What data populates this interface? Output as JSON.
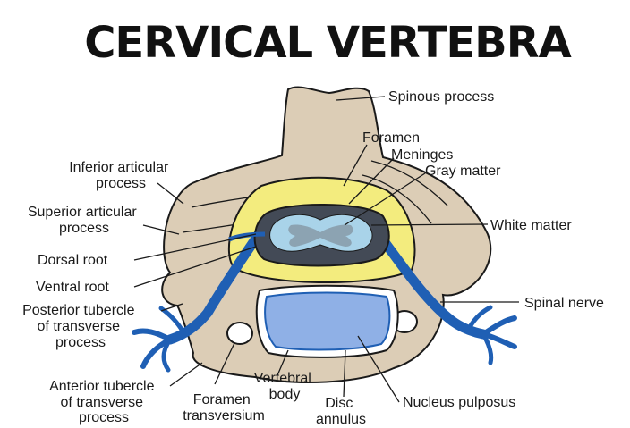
{
  "title": "CERVICAL VERTEBRA",
  "labels": {
    "spinous_process": "Spinous process",
    "foramen": "Foramen",
    "meninges": "Meninges",
    "gray_matter": "Gray matter",
    "white_matter": "White matter",
    "spinal_nerve": "Spinal nerve",
    "inferior_articular": [
      "Inferior articular",
      "process"
    ],
    "superior_articular": [
      "Superior articular",
      "process"
    ],
    "dorsal_root": "Dorsal root",
    "ventral_root": "Ventral root",
    "posterior_tubercle": [
      "Posterior tubercle",
      "of transverse",
      "process"
    ],
    "anterior_tubercle": [
      "Anterior tubercle",
      "of transverse",
      "process"
    ],
    "foramen_transversium": [
      "Foramen",
      "transversium"
    ],
    "vertebral_body": [
      "Vertebral",
      "body"
    ],
    "disc_annulus": [
      "Disc",
      "annulus"
    ],
    "nucleus_pulposus": "Nucleus pulposus"
  },
  "colors": {
    "bone": "#dccdb6",
    "meninges": "#f3ec7e",
    "nerve": "#1f5fb4",
    "cord_dark": "#434a56",
    "white_matter": "#a9d3e9",
    "gray_matter": "#8ca3b2",
    "disc": "#8fb0e6",
    "outline": "#1a1a1a"
  }
}
